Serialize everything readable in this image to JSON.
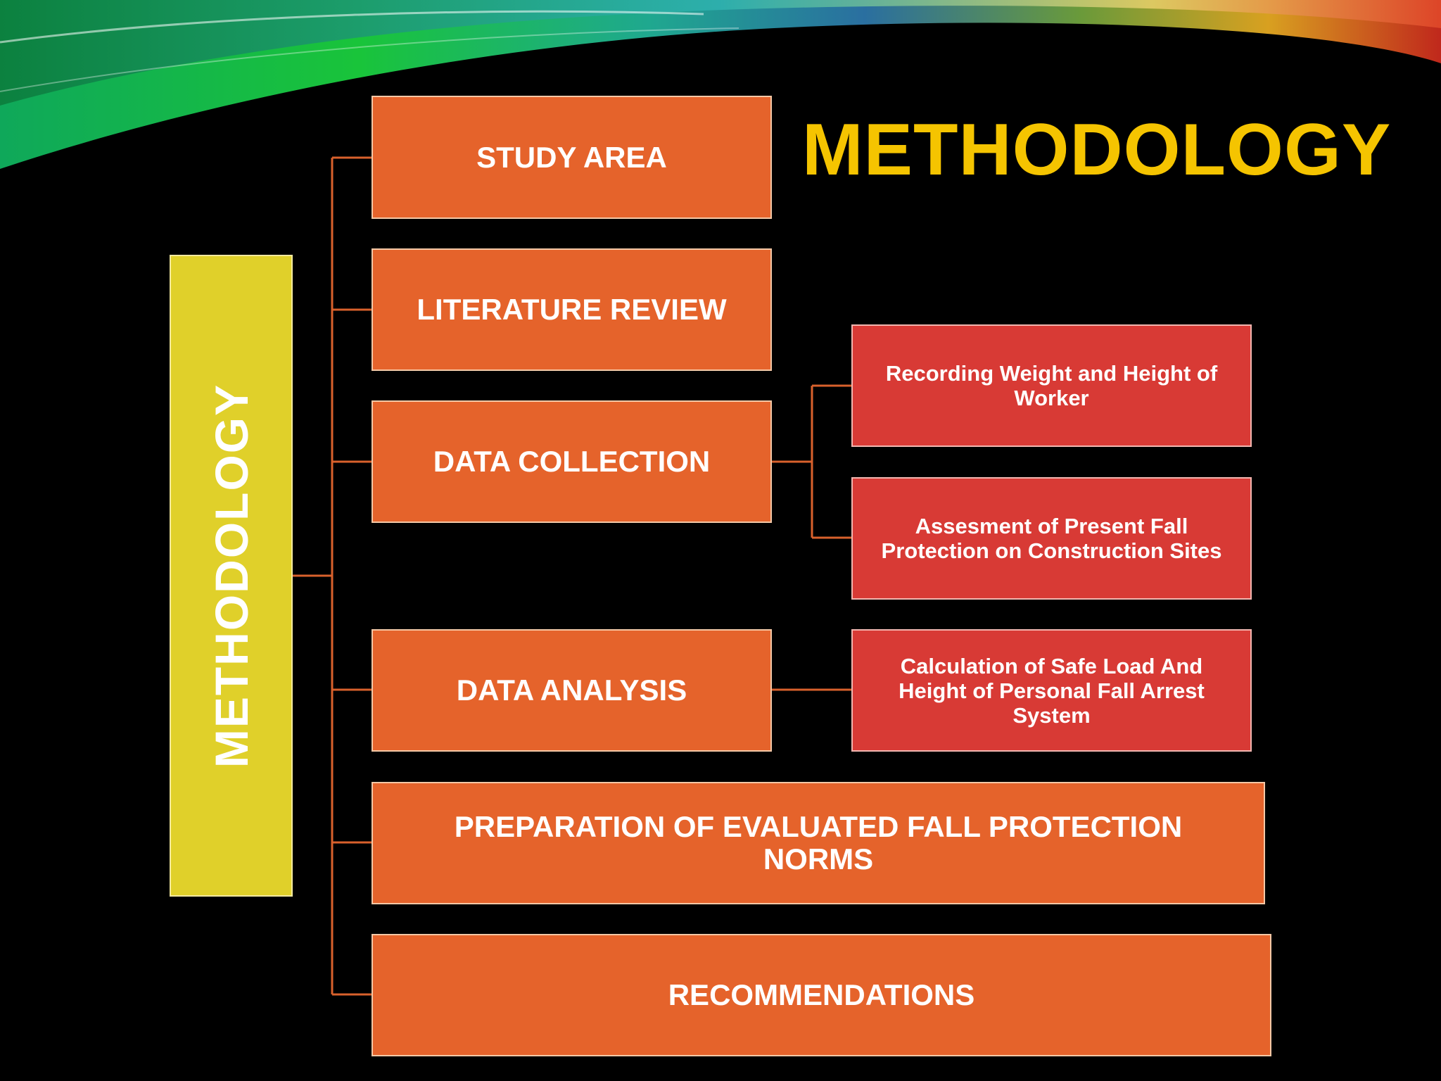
{
  "colors": {
    "background": "#000000",
    "title": "#f5c400",
    "root_box": "#e0d02a",
    "level1_box": "#e5632b",
    "level2_box": "#d83a35",
    "connector": "#d9612c"
  },
  "slide": {
    "title": "METHODOLOGY"
  },
  "diagram": {
    "root": {
      "label": "METHODOLOGY"
    },
    "steps": [
      {
        "label": "STUDY AREA"
      },
      {
        "label": "LITERATURE REVIEW"
      },
      {
        "label": "DATA COLLECTION",
        "children": [
          {
            "label": "Recording Weight and Height of Worker"
          },
          {
            "label": "Assesment of Present  Fall Protection on Construction Sites"
          }
        ]
      },
      {
        "label": "DATA ANALYSIS",
        "children": [
          {
            "label": "Calculation of Safe Load And Height of Personal Fall Arrest System"
          }
        ]
      },
      {
        "label": "PREPARATION OF EVALUATED FALL PROTECTION NORMS"
      },
      {
        "label": "RECOMMENDATIONS"
      }
    ]
  }
}
